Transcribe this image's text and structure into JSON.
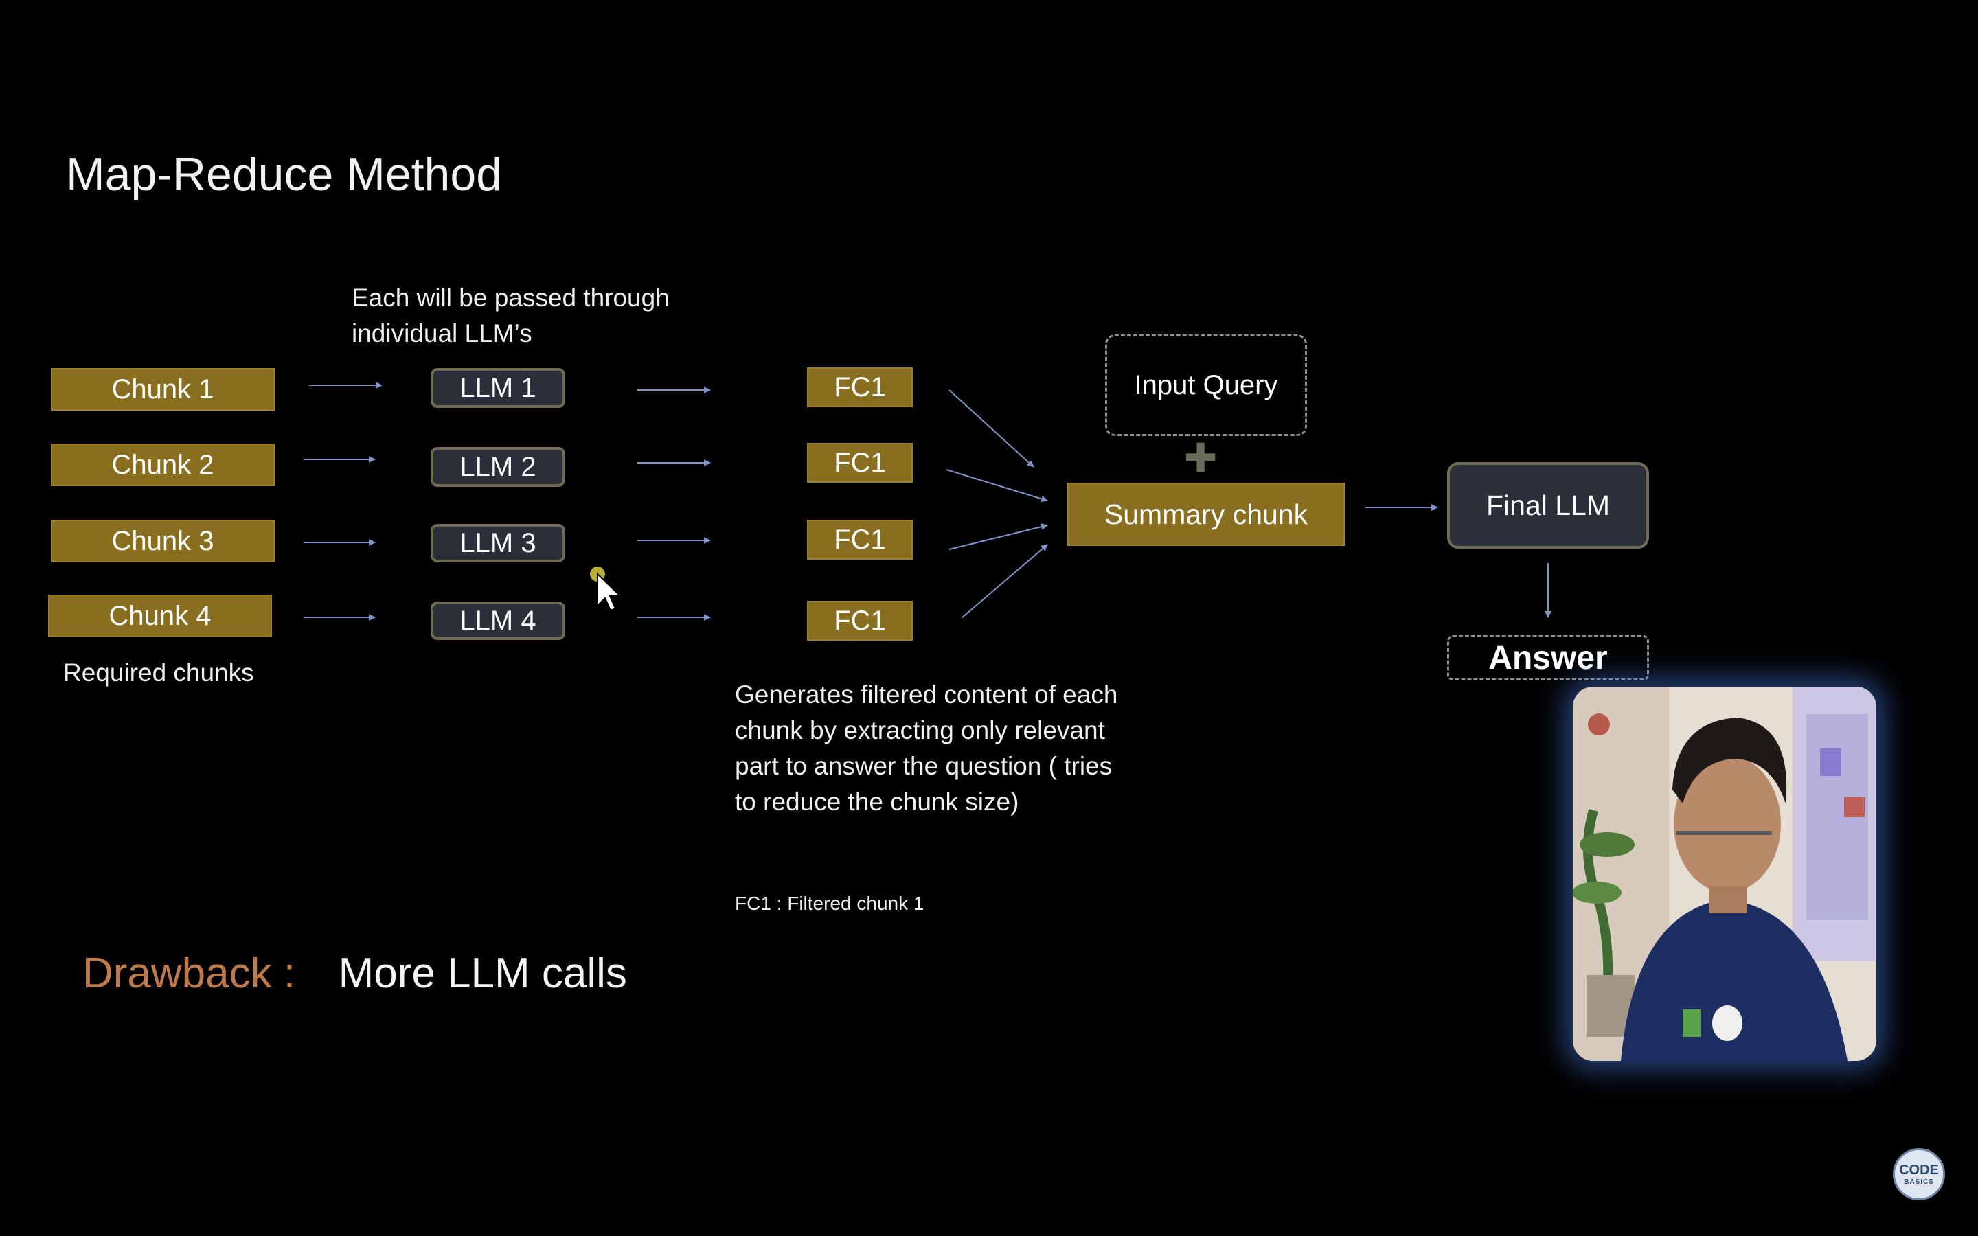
{
  "slide": {
    "title": "Map-Reduce Method",
    "note_top": "Each will be passed through individual LLM’s",
    "required_chunks": "Required chunks",
    "note_bottom": "Generates filtered content of each chunk by extracting only relevant part to answer the question ( tries to reduce the chunk size)",
    "legend": "FC1 : Filtered chunk 1",
    "drawback_label": "Drawback :",
    "drawback_text": "More LLM calls"
  },
  "diagram": {
    "chunks": [
      "Chunk 1",
      "Chunk 2",
      "Chunk 3",
      "Chunk 4"
    ],
    "llms": [
      "LLM 1",
      "LLM 2",
      "LLM 3",
      "LLM 4"
    ],
    "filtered": [
      "FC1",
      "FC1",
      "FC1",
      "FC1"
    ],
    "input_query": "Input Query",
    "plus": "✚",
    "summary": "Summary chunk",
    "final_llm": "Final LLM",
    "answer": "Answer"
  },
  "logo": {
    "line1": "CODE",
    "line2": "BASICS"
  },
  "colors": {
    "background": "#000000",
    "gold": "#8a6e1f",
    "dark_box": "#2b2f3a",
    "arrow": "#7f93c8",
    "drawback": "#c07a4a"
  }
}
